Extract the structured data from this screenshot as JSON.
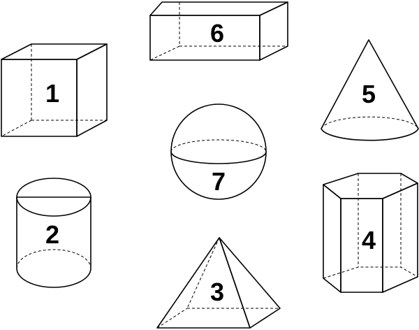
{
  "colors": {
    "fill": "#f7b07e",
    "light": "#fde3cf",
    "dark": "#f07a24",
    "side": "#f39450",
    "stroke": "#000000",
    "background": "#ffffff"
  },
  "shapes": [
    {
      "id": "cube",
      "label": "1"
    },
    {
      "id": "cylinder",
      "label": "2"
    },
    {
      "id": "pyramid",
      "label": "3"
    },
    {
      "id": "hexagonal-prism",
      "label": "4"
    },
    {
      "id": "cone",
      "label": "5"
    },
    {
      "id": "rectangular-prism",
      "label": "6"
    },
    {
      "id": "sphere",
      "label": "7"
    }
  ]
}
